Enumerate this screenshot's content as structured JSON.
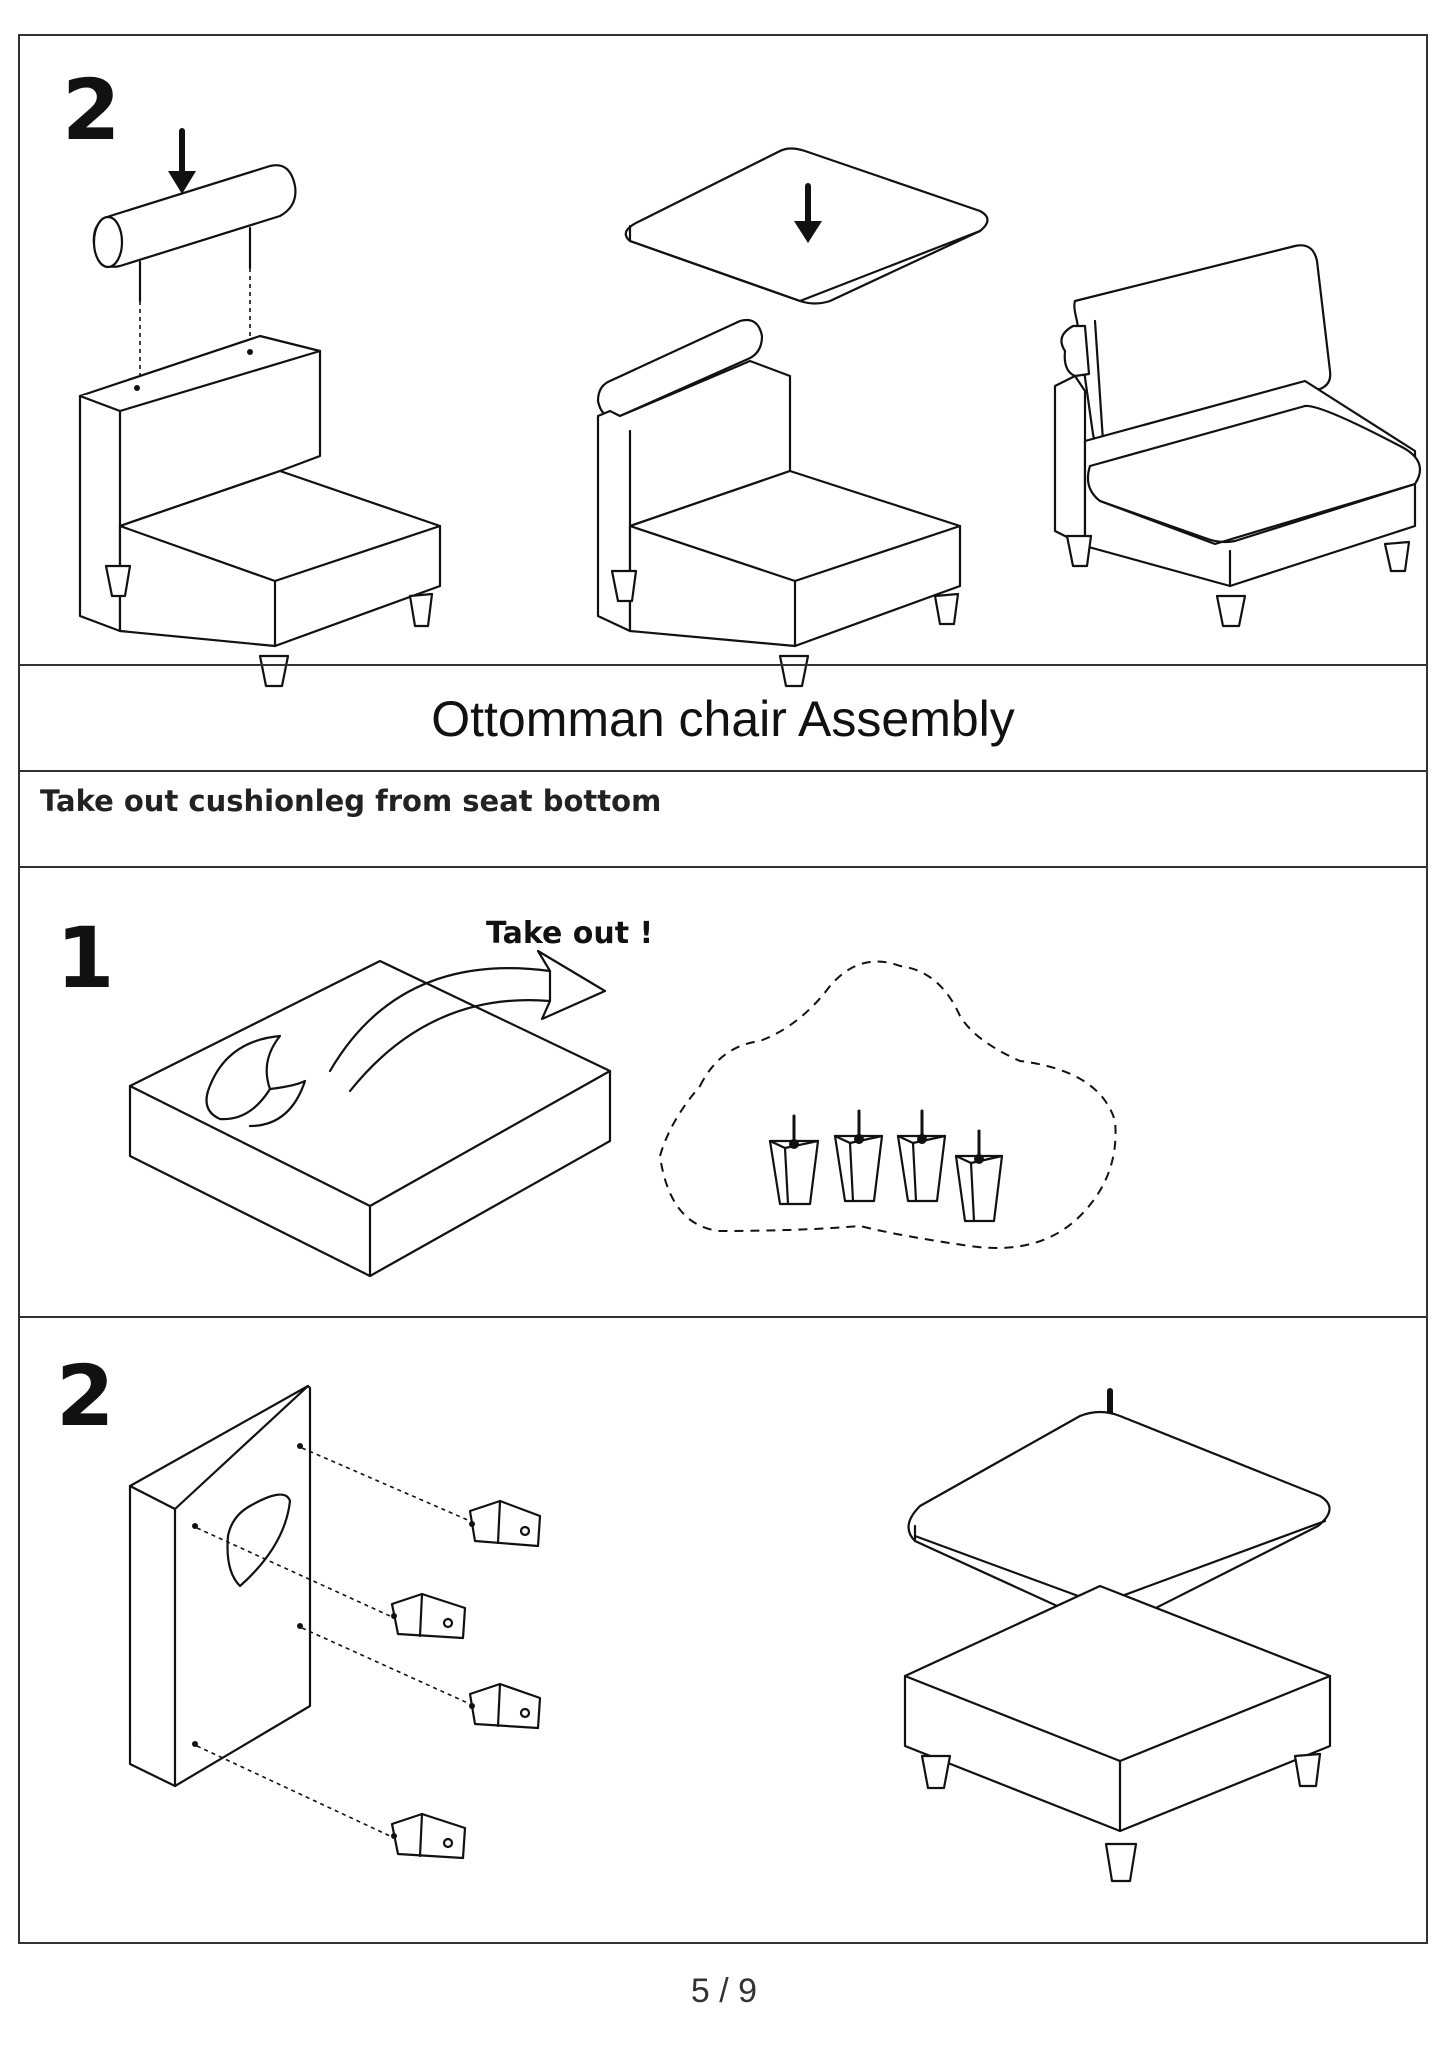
{
  "section_top": {
    "step": "2"
  },
  "heading": {
    "title": "Ottomman chair Assembly"
  },
  "instruction": {
    "text": "Take out cushionleg from seat bottom"
  },
  "step1": {
    "step": "1",
    "callout": "Take out !"
  },
  "step2": {
    "step": "2"
  },
  "footer": {
    "page": "5 / 9"
  }
}
